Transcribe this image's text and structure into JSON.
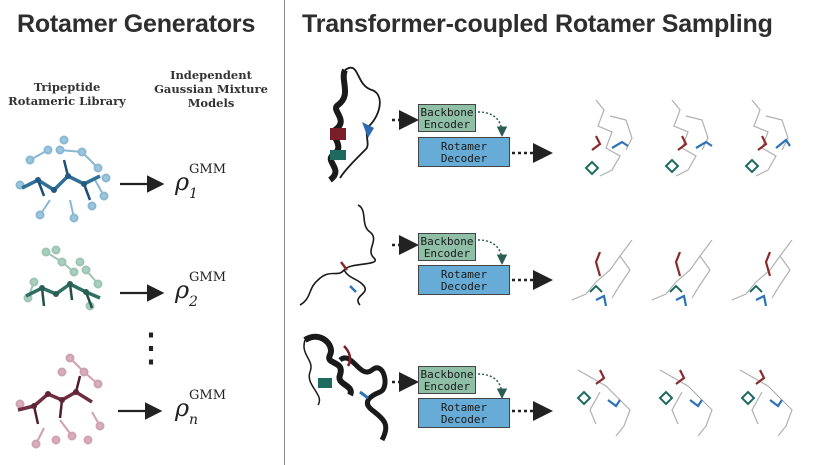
{
  "titles": {
    "left": "Rotamer Generators",
    "right": "Transformer-coupled Rotamer Sampling"
  },
  "left_panel": {
    "library_header": [
      "Tripeptide",
      "Rotameric Library"
    ],
    "gmm_header": [
      "Independent",
      "Gaussian Mixture",
      "Models"
    ],
    "rho_symbol": "ρ",
    "rho_superscript": "GMM",
    "rho_subscripts": [
      "1",
      "2",
      "n"
    ],
    "ellipsis": "⋮"
  },
  "pipeline": {
    "encoder_label": [
      "Backbone",
      "Encoder"
    ],
    "decoder_label": [
      "Rotamer",
      "Decoder"
    ]
  },
  "colors": {
    "teal_blue": "#3f7fa6",
    "green": "#3d7d70",
    "maroon": "#7a3a4c",
    "encoder_fill": "#8fbfa6",
    "decoder_fill": "#66acd6",
    "sample_gray": "#b0b0b0",
    "red_side": "#8b2a2a",
    "blue_side": "#2e73b8"
  }
}
